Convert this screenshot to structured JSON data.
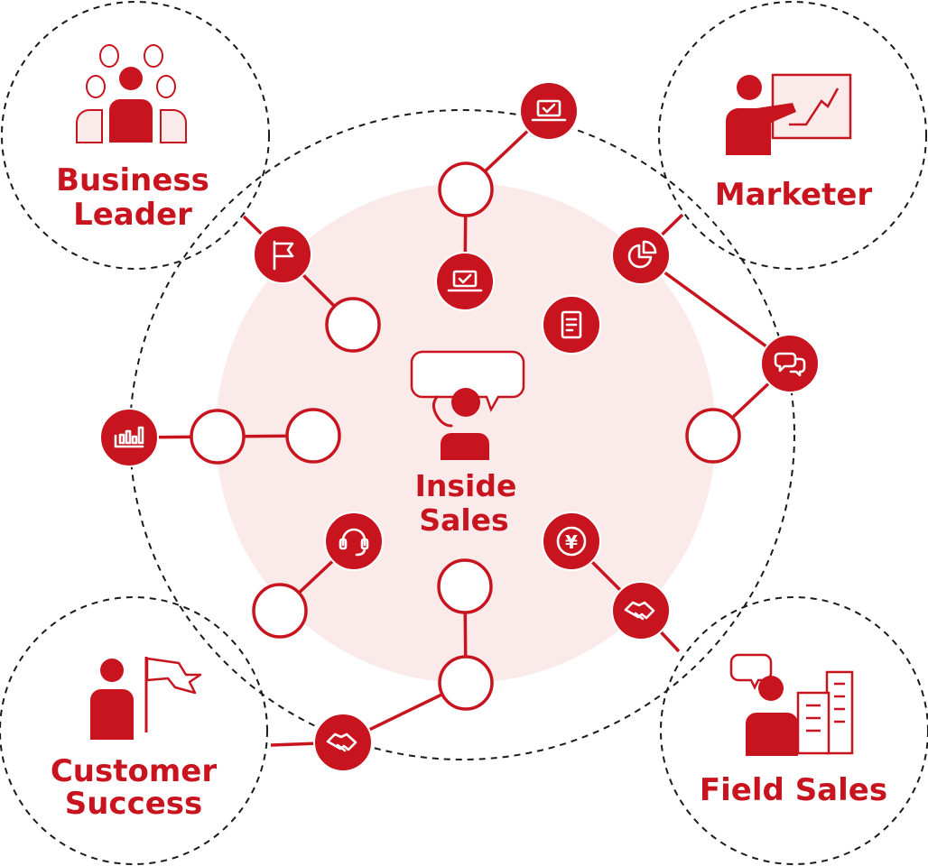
{
  "diagram": {
    "center": {
      "line1": "Inside",
      "line2": "Sales"
    },
    "roles": {
      "business_leader": {
        "line1": "Business",
        "line2": "Leader"
      },
      "marketer": {
        "line1": "Marketer"
      },
      "customer_success": {
        "line1": "Customer",
        "line2": "Success"
      },
      "field_sales": {
        "line1": "Field Sales"
      }
    },
    "icons": {
      "yen": "¥",
      "node_icons": [
        "laptop-check-icon",
        "flag-icon",
        "pie-chart-icon",
        "chat-bubbles-icon",
        "document-icon",
        "bar-chart-icon",
        "headset-icon",
        "yen-coin-icon",
        "handshake-icon"
      ]
    },
    "colors": {
      "accent": "#c8141e",
      "center_glow": "#fbeaea",
      "dashed": "#1a1a1a"
    }
  }
}
